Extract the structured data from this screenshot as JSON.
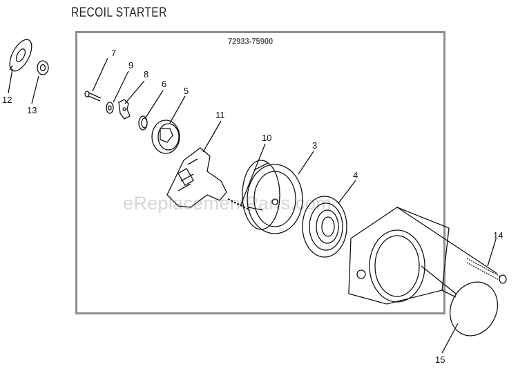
{
  "title": "RECOIL STARTER",
  "assembly_number": "72933-75900",
  "watermark": "eReplacementParts.com",
  "callouts": [
    "7",
    "9",
    "8",
    "6",
    "5",
    "11",
    "10",
    "3",
    "4",
    "14",
    "12",
    "13",
    "15"
  ]
}
